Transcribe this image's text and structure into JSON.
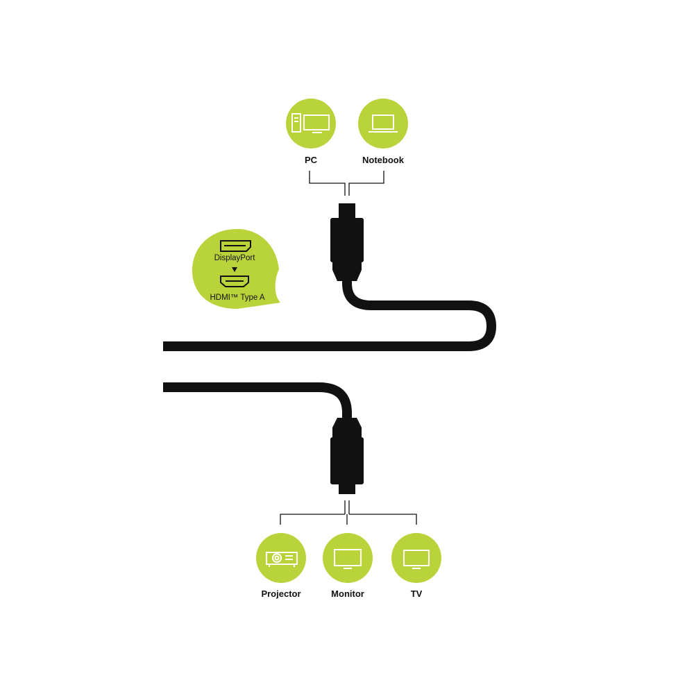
{
  "colors": {
    "accent": "#b9d43a",
    "ink": "#111111",
    "background": "#ffffff"
  },
  "sources": [
    {
      "label": "PC",
      "icon": "pc-monitor-icon"
    },
    {
      "label": "Notebook",
      "icon": "notebook-icon"
    }
  ],
  "adapter": {
    "from_label": "DisplayPort",
    "from_icon": "displayport-connector-icon",
    "arrow_icon": "arrow-down-icon",
    "to_label": "HDMI™ Type A",
    "to_icon": "hdmi-connector-icon"
  },
  "targets": [
    {
      "label": "Projector",
      "icon": "projector-icon"
    },
    {
      "label": "Monitor",
      "icon": "monitor-icon"
    },
    {
      "label": "TV",
      "icon": "tv-icon"
    }
  ]
}
